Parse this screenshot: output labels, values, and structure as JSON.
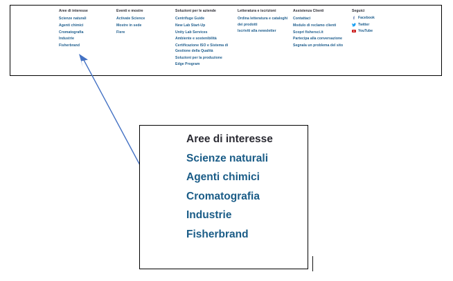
{
  "footer_menu": {
    "columns": [
      {
        "title": "Aree di interesse",
        "links": [
          "Scienze naturali",
          "Agenti chimici",
          "Cromatografia",
          "Industrie",
          "Fisherbrand"
        ]
      },
      {
        "title": "Eventi e mostre",
        "links": [
          "Activate Science",
          "Mostre in sede",
          "Fiere"
        ]
      },
      {
        "title": "Soluzioni per le aziende",
        "links": [
          "Centrifuge Guide",
          "New Lab Start-Up",
          "Unity Lab Services",
          "Ambiente e sostenibilità",
          "Certificazione ISO e Sistema di Gestione della Qualità",
          "Soluzioni per la produzione",
          "Edge Program"
        ]
      },
      {
        "title": "Letteratura e iscrizioni",
        "links": [
          "Ordina letteratura e cataloghi dei prodotti",
          "Iscriviti alla newsletter"
        ]
      },
      {
        "title": "Assistenza Clienti",
        "links": [
          "Contattaci",
          "Modulo di reclamo clienti",
          "Scopri fishersci.it",
          "Partecipa alla conversazione",
          "Segnala un problema del sito"
        ]
      }
    ],
    "social": {
      "title": "Seguici",
      "items": [
        {
          "label": "Facebook",
          "icon": "facebook-icon",
          "color": "#3b5998"
        },
        {
          "label": "Twitter",
          "icon": "twitter-icon",
          "color": "#1da1f2"
        },
        {
          "label": "YouTube",
          "icon": "youtube-icon",
          "color": "#cc1f1f"
        }
      ]
    }
  },
  "callout": {
    "title": "Aree di interesse",
    "links": [
      "Scienze naturali",
      "Agenti chimici",
      "Cromatografia",
      "Industrie",
      "Fisherbrand"
    ]
  },
  "colors": {
    "link_blue": "#1c5c8c",
    "callout_link_blue": "#1a5c87",
    "heading_dark": "#2b2b33",
    "arrow_blue": "#4472c4",
    "border_black": "#000000"
  }
}
